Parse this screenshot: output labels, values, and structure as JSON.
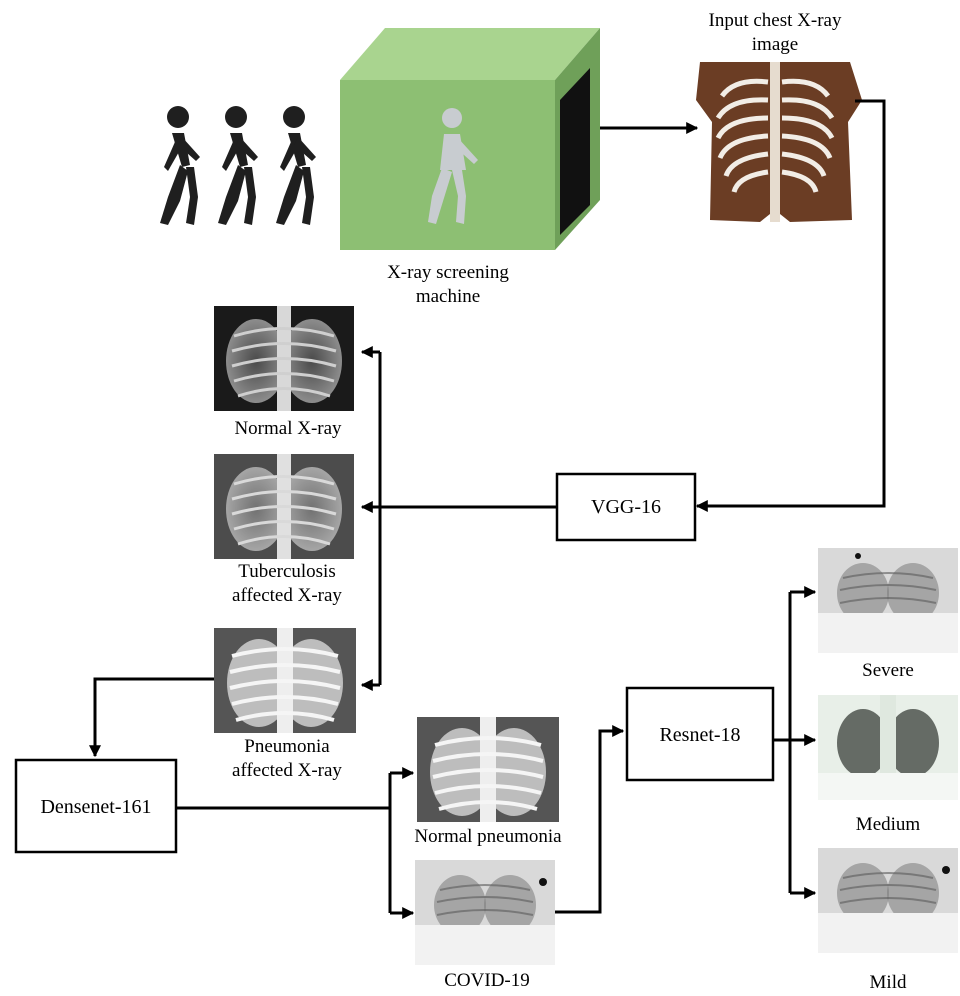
{
  "labels": {
    "input_line1": "Input chest X-ray",
    "input_line2": "image",
    "machine_line1": "X-ray screening",
    "machine_line2": "machine",
    "normal_xray": "Normal X-ray",
    "tb_line1": "Tuberculosis",
    "tb_line2": "affected X-ray",
    "pneu_line1": "Pneumonia",
    "pneu_line2": "affected X-ray",
    "normal_pneumonia": "Normal pneumonia",
    "covid": "COVID-19",
    "severe": "Severe",
    "medium": "Medium",
    "mild": "Mild"
  },
  "models": {
    "vgg": "VGG-16",
    "densenet": "Densenet-161",
    "resnet": "Resnet-18"
  },
  "colors": {
    "machine_front": "#8dbf73",
    "machine_top": "#a9d48f",
    "machine_side": "#6fa059",
    "person": "#1f1f1f",
    "ribcage": "#6b3d24",
    "line": "#000000"
  }
}
